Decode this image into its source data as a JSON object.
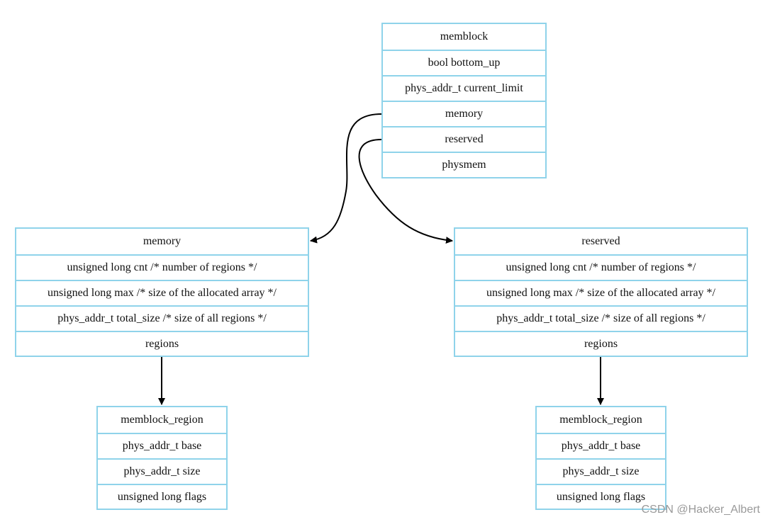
{
  "memblock": {
    "fields": [
      "memblock",
      "bool bottom_up",
      "phys_addr_t current_limit",
      "memory",
      "reserved",
      "physmem"
    ]
  },
  "memory_type_left": {
    "fields": [
      "memory",
      "unsigned long cnt /* number of regions */",
      "unsigned long max /* size of the allocated array */",
      "phys_addr_t total_size /* size of all regions */",
      "regions"
    ]
  },
  "memory_type_right": {
    "fields": [
      "reserved",
      "unsigned long cnt /* number of regions */",
      "unsigned long max /* size of the allocated array */",
      "phys_addr_t total_size /* size of all regions */",
      "regions"
    ]
  },
  "region_left": {
    "fields": [
      "memblock_region",
      "phys_addr_t base",
      "phys_addr_t size",
      "unsigned long flags"
    ]
  },
  "region_right": {
    "fields": [
      "memblock_region",
      "phys_addr_t base",
      "phys_addr_t size",
      "unsigned long flags"
    ]
  },
  "colors": {
    "border": "#8fd3ea",
    "edge": "#000000"
  },
  "watermark": "CSDN @Hacker_Albert"
}
